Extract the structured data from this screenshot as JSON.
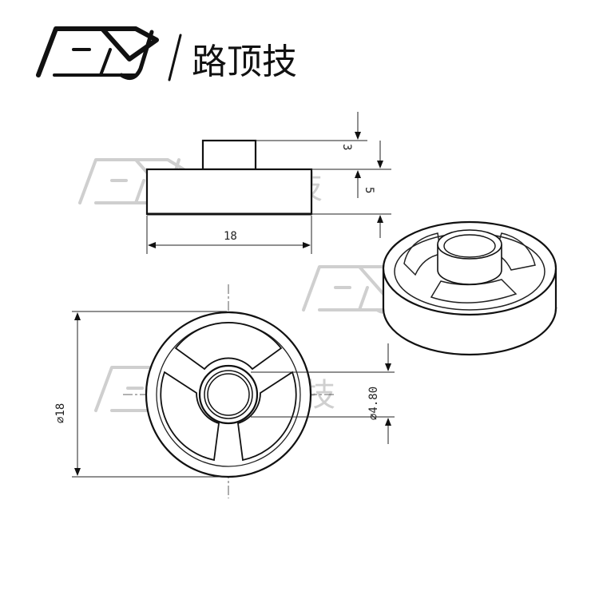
{
  "brand": {
    "name": "路顶技",
    "logo_icon": "ld-fish-logo-icon"
  },
  "watermark": {
    "text": "路顶技"
  },
  "dimensions": {
    "boss_height": "3",
    "body_height": "5",
    "width": "18",
    "outer_diameter": "∅18",
    "bore_diameter": "∅4.80"
  }
}
